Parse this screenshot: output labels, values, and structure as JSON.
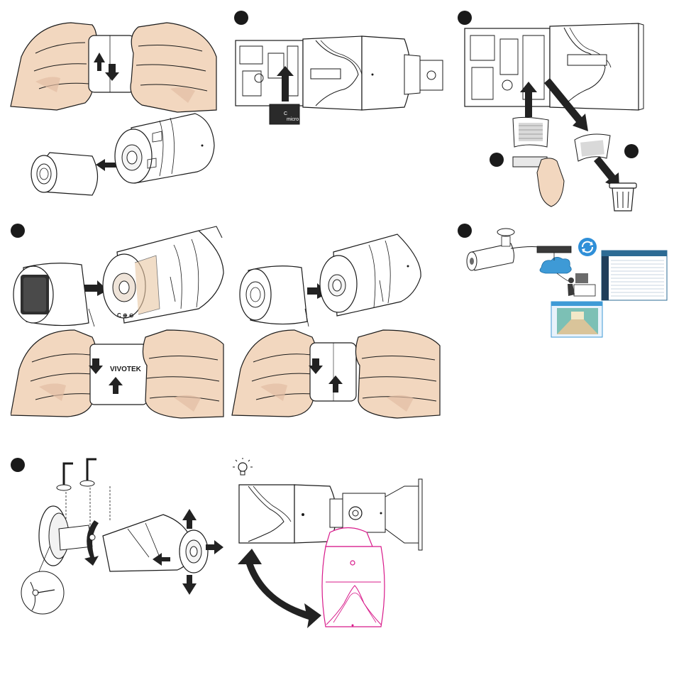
{
  "brand": {
    "logo_text": "VIVOTEK"
  },
  "sdcard": {
    "label_c": "C",
    "label_micro": "micro SD"
  },
  "gauge": {
    "text": "C ⊕ ⊖"
  },
  "colors": {
    "skin": "#f2d7bf",
    "skin_shadow": "#e2bda4",
    "line": "#1a1a1a",
    "arrow": "#222222",
    "magenta": "#d8198a",
    "screen_blue": "#3e9ad6",
    "sync_blue": "#2f8fd8",
    "badge": "#1a1a1a"
  },
  "icons": [
    "tip-lightbulb-icon",
    "sync-icon",
    "cloud-icon",
    "trash-bin-icon",
    "hex-wrench-icon",
    "rotate-arrow-icon"
  ]
}
